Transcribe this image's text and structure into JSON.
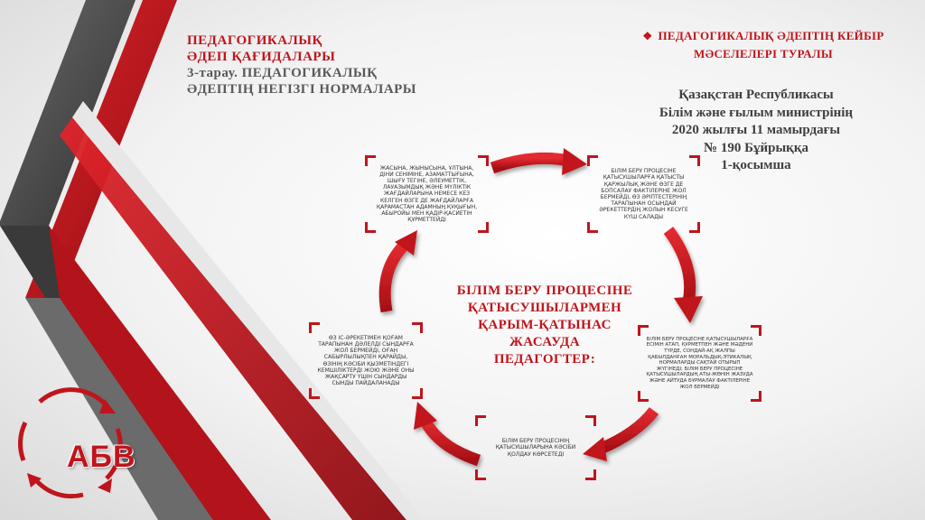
{
  "header_left": {
    "line1": "ПЕДАГОГИКАЛЫҚ",
    "line2": "ӘДЕП ҚАҒИДАЛАРЫ",
    "section": "3-тарау.",
    "line3": " ПЕДАГОГИКАЛЫҚ",
    "line4": "ӘДЕПТІҢ НЕГІЗГІ НОРМАЛАРЫ"
  },
  "header_right": {
    "bullet": "❖",
    "line1": "ПЕДАГОГИКАЛЫҚ ӘДЕПТІҢ КЕЙБІР",
    "line2": "МӘСЕЛЕЛЕРІ ТУРАЛЫ"
  },
  "ministry": {
    "line1": "Қазақстан Республикасы",
    "line2": "Білім және ғылым министрінің",
    "line3": "2020 жылғы 11 мамырдағы",
    "line4": "№ 190 Бұйрыққа",
    "line5": "1-қосымша"
  },
  "center": {
    "line1": "БІЛІМ БЕРУ ПРОЦЕСІНЕ",
    "line2": "ҚАТЫСУШЫЛАРМЕН",
    "line3": "ҚАРЫМ-ҚАТЫНАС",
    "line4": "ЖАСАУДА",
    "line5": "ПЕДАГОГТЕР:"
  },
  "boxes": {
    "top_left": "ЖАСЫНА, ЖЫНЫСЫНА, ҰЛТЫНА, ДІНИ СЕНІМІНЕ, АЗАМАТТЫҒЫНА, ШЫҒУ ТЕГІНЕ, ӘЛЕУМЕТТІК, ЛАУАЗЫМДЫҚ ЖӘНЕ МҮЛІКТІК ЖАҒДАЙЛАРЫНА НЕМЕСЕ КЕЗ КЕЛГЕН ӨЗГЕ ДЕ ЖАҒДАЙЛАРҒА ҚАРАМАСТАН АДАМНЫҢ ҚҰҚЫҒЫН, АБЫРОЙЫ МЕН ҚАДІР-ҚАСИЕТІН ҚҰРМЕТТЕЙДІ",
    "top_right": "БІЛІМ БЕРУ ПРОЦЕСІНЕ ҚАТЫСУШЫЛАРҒА ҚАТЫСТЫ ҚАРЖЫЛЫҚ ЖӘНЕ ӨЗГЕ ДЕ БОПСАЛАУ ФАКТІЛЕРІНЕ ЖОЛ БЕРМЕЙДІ, ӨЗ ӘРІПТЕСТЕРІНІҢ ТАРАПЫНАН ОСЫНДАЙ ӘРЕКЕТТЕРДІҢ ЖОЛЫН КЕСУГЕ КҮШ САЛАДЫ",
    "right": "БІЛІМ БЕРУ ПРОЦЕСІНЕ ҚАТЫСУШЫЛАРҒА ЕСІМІН АТАП, ҚҰРМЕТПЕН ЖӘНЕ МӘДЕНИ ТҮРДЕ, СОНДАЙ-АҚ ЖАЛПЫ ҚАБЫЛДАНҒАН МОРАЛЬДЫҚ-ЭТИКАЛЫҚ НОРМАЛАРДЫ САҚТАЙ ОТЫРЫП ЖҮГІНЕДІ; БІЛІМ БЕРУ ПРОЦЕСІНЕ ҚАТЫСУШЫЛАРДЫҢ АТЫ-ЖӨНІН ЖАЗУДА ЖӘНЕ АЙТУДА БҰРМАЛАУ ФАКТІЛЕРІНЕ ЖОЛ БЕРМЕЙДІ",
    "bottom": "БІЛІМ БЕРУ ПРОЦЕСІНІҢ ҚАТЫСУШЫЛАРЫНА КӘСІБИ ҚОЛДАУ КӨРСЕТЕДІ",
    "left": "ӨЗ ІС-ӘРЕКЕТІМЕН ҚОҒАМ ТАРАПЫНАН ДӘЛЕЛДІ СЫНДАРҒА ЖОЛ БЕРМЕЙДІ, ОҒАН САБЫРЛЫЛЫҚПЕН ҚАРАЙДЫ, ӨЗІНІҢ КӘСІБИ ҚЫЗМЕТІНДЕГІ КЕМШІЛІКТЕРДІ ЖОЮ ЖӘНЕ ОНЫ ЖАҚСАРТУ ҮШІН СЫНДАРДЫ СЫНДЫ ПАЙДАЛАНАДЫ"
  },
  "logo": {
    "text": "АБВ"
  },
  "colors": {
    "accent_red": "#c0141c",
    "dark_gray": "#404040"
  }
}
